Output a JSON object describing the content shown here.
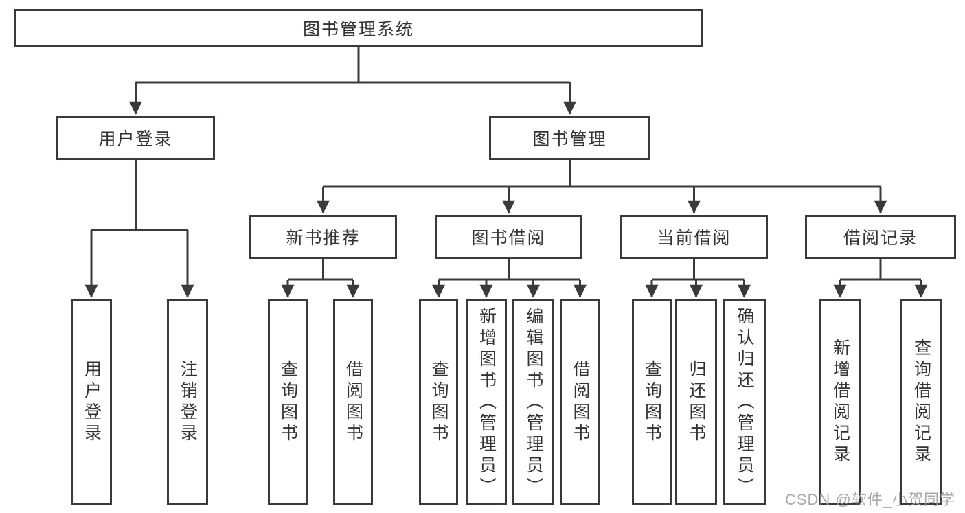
{
  "diagram": {
    "title": "图书管理系统",
    "watermark": "CSDN @软件_小贺同学",
    "colors": {
      "line": "#3a3a3a",
      "box_border": "#3a3a3a",
      "text": "#333333",
      "watermark": "#9e9e9e",
      "background": "#ffffff"
    },
    "nodes": {
      "root": {
        "label": "图书管理系统"
      },
      "user_login": {
        "label": "用户登录"
      },
      "book_management": {
        "label": "图书管理"
      },
      "new_book_recommend": {
        "label": "新书推荐"
      },
      "book_borrowing": {
        "label": "图书借阅"
      },
      "current_borrowing": {
        "label": "当前借阅"
      },
      "borrowing_records": {
        "label": "借阅记录"
      },
      "leaf_user_login": {
        "label": "用户登录"
      },
      "leaf_logout": {
        "label": "注销登录"
      },
      "recommend_query_books": {
        "label": "查询图书"
      },
      "recommend_borrow_books": {
        "label": "借阅图书"
      },
      "borrowing_query_books": {
        "label": "查询图书"
      },
      "borrowing_add_books": {
        "label": "新增图书（管理员）"
      },
      "borrowing_edit_books": {
        "label": "编辑图书（管理员）"
      },
      "borrowing_borrow_books": {
        "label": "借阅图书"
      },
      "current_query_books": {
        "label": "查询图书"
      },
      "current_return_books": {
        "label": "归还图书"
      },
      "current_confirm_return": {
        "label": "确认归还（管理员）"
      },
      "records_add_record": {
        "label": "新增借阅记录"
      },
      "records_query_record": {
        "label": "查询借阅记录"
      }
    },
    "hierarchy": {
      "图书管理系统": [
        "用户登录",
        "图书管理"
      ],
      "用户登录": [
        "用户登录",
        "注销登录"
      ],
      "图书管理": [
        "新书推荐",
        "图书借阅",
        "当前借阅",
        "借阅记录"
      ],
      "新书推荐": [
        "查询图书",
        "借阅图书"
      ],
      "图书借阅": [
        "查询图书",
        "新增图书（管理员）",
        "编辑图书（管理员）",
        "借阅图书"
      ],
      "当前借阅": [
        "查询图书",
        "归还图书",
        "确认归还（管理员）"
      ],
      "借阅记录": [
        "新增借阅记录",
        "查询借阅记录"
      ]
    }
  }
}
